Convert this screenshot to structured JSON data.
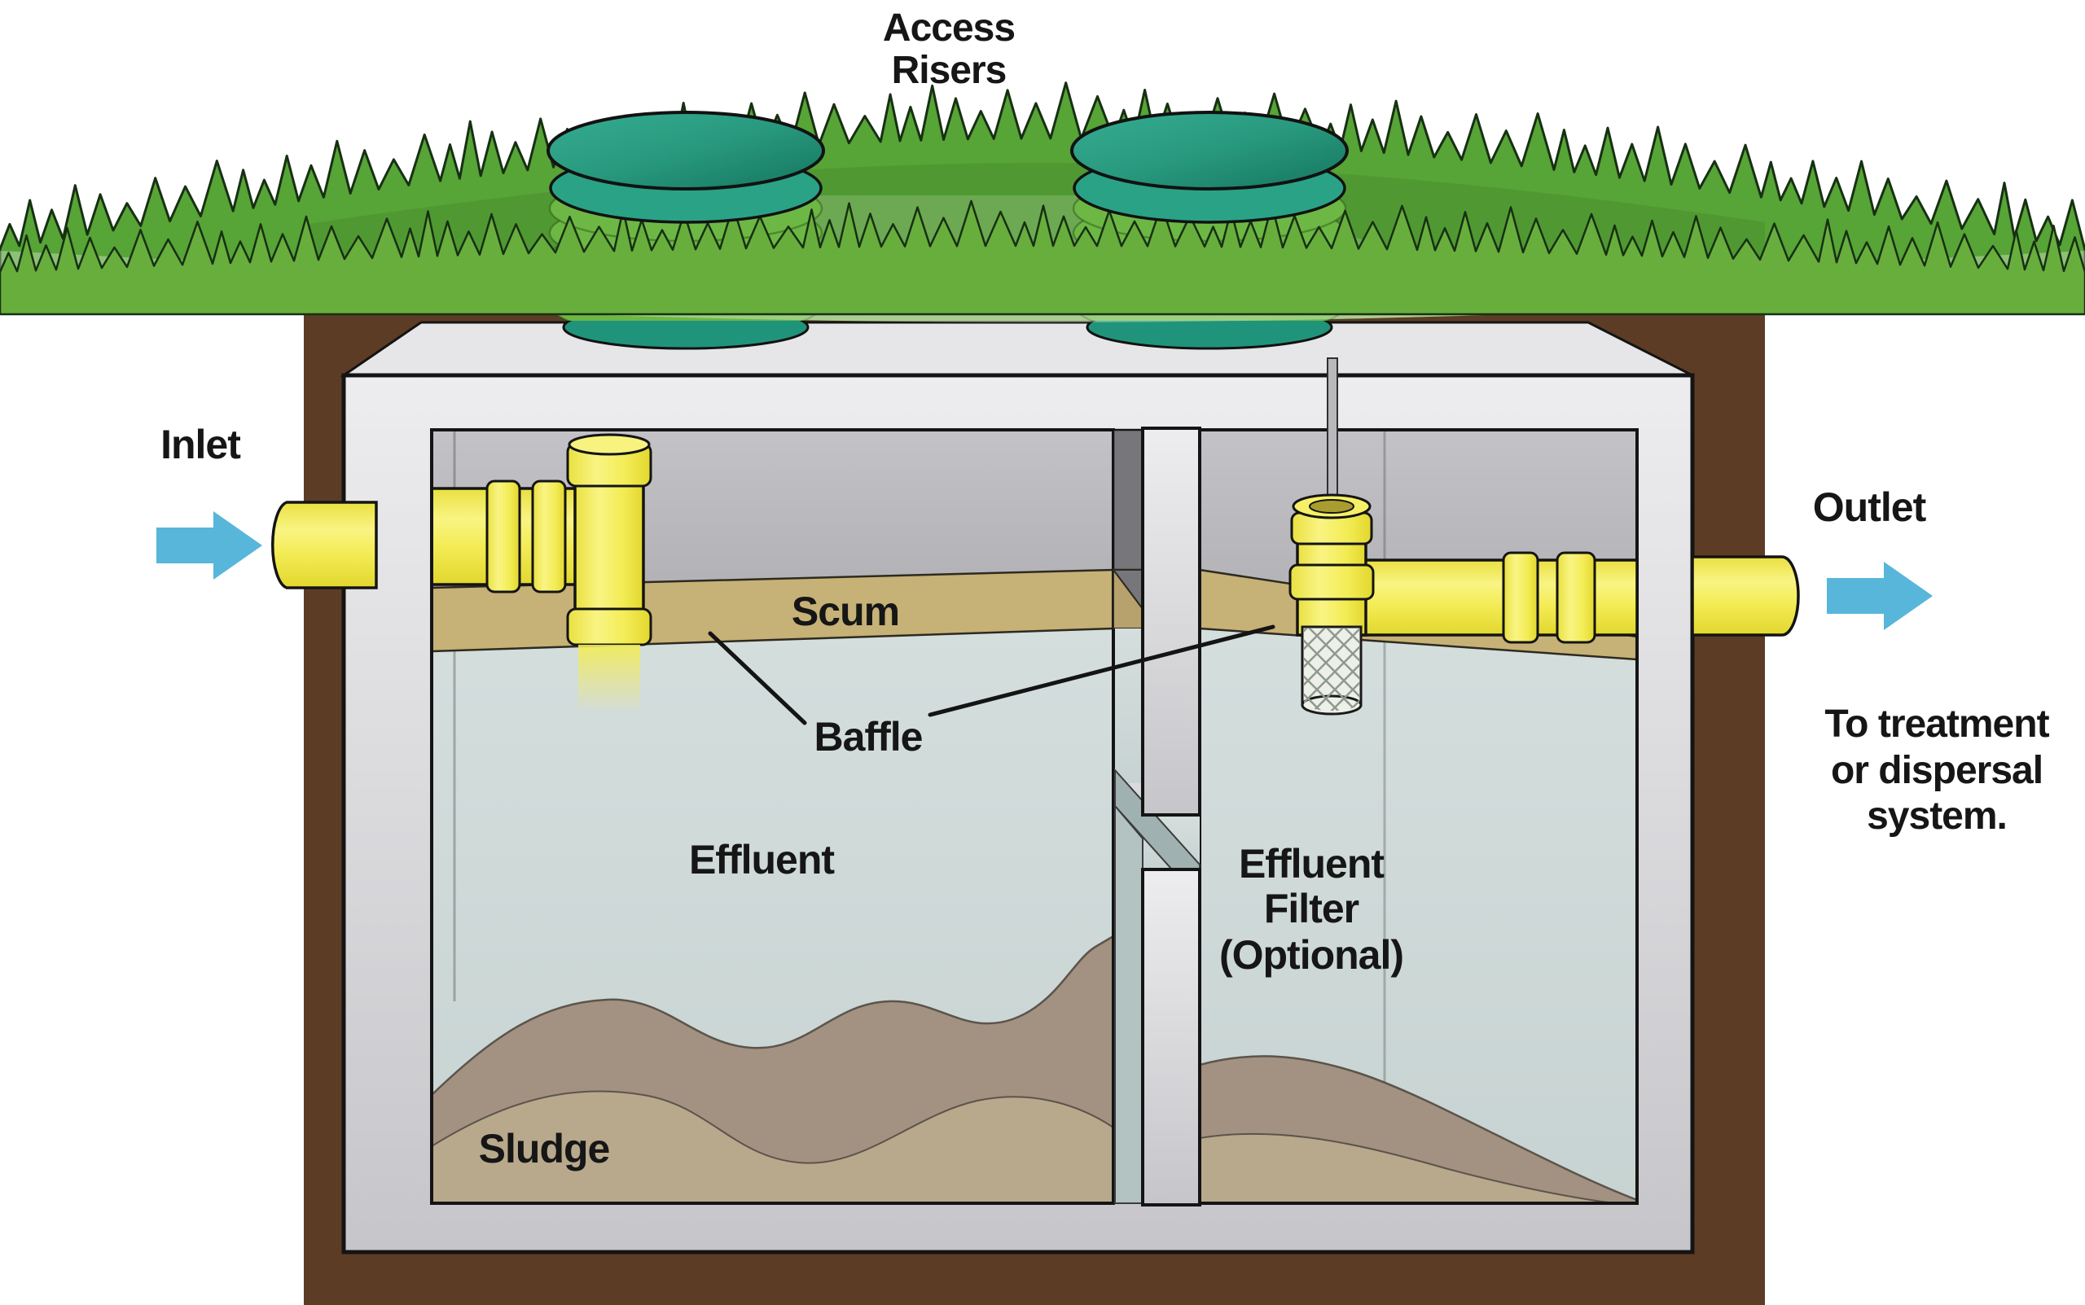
{
  "title": {
    "line1": "Access",
    "line2": "Risers"
  },
  "labels": {
    "inlet": "Inlet",
    "outlet": "Outlet",
    "scum": "Scum",
    "baffle": "Baffle",
    "effluent": "Effluent",
    "sludge": "Sludge"
  },
  "effluent_filter_label": {
    "line1": "Effluent",
    "line2": "Filter",
    "line3": "(Optional)"
  },
  "outlet_note": {
    "line1": "To treatment",
    "line2": "or dispersal",
    "line3": "system."
  },
  "colors": {
    "arrow_blue": "#58b6da",
    "pipe_yellow": "#f3ec55",
    "grass_green": "#78b446",
    "soil_brown": "#5d3c25",
    "scum_tan": "#c6b176",
    "effluent_gray_blue": "#ced9d8",
    "sludge_brown": "#a39181",
    "riser_teal": "#2aa286",
    "tank_gray": "#d9d9dc"
  }
}
